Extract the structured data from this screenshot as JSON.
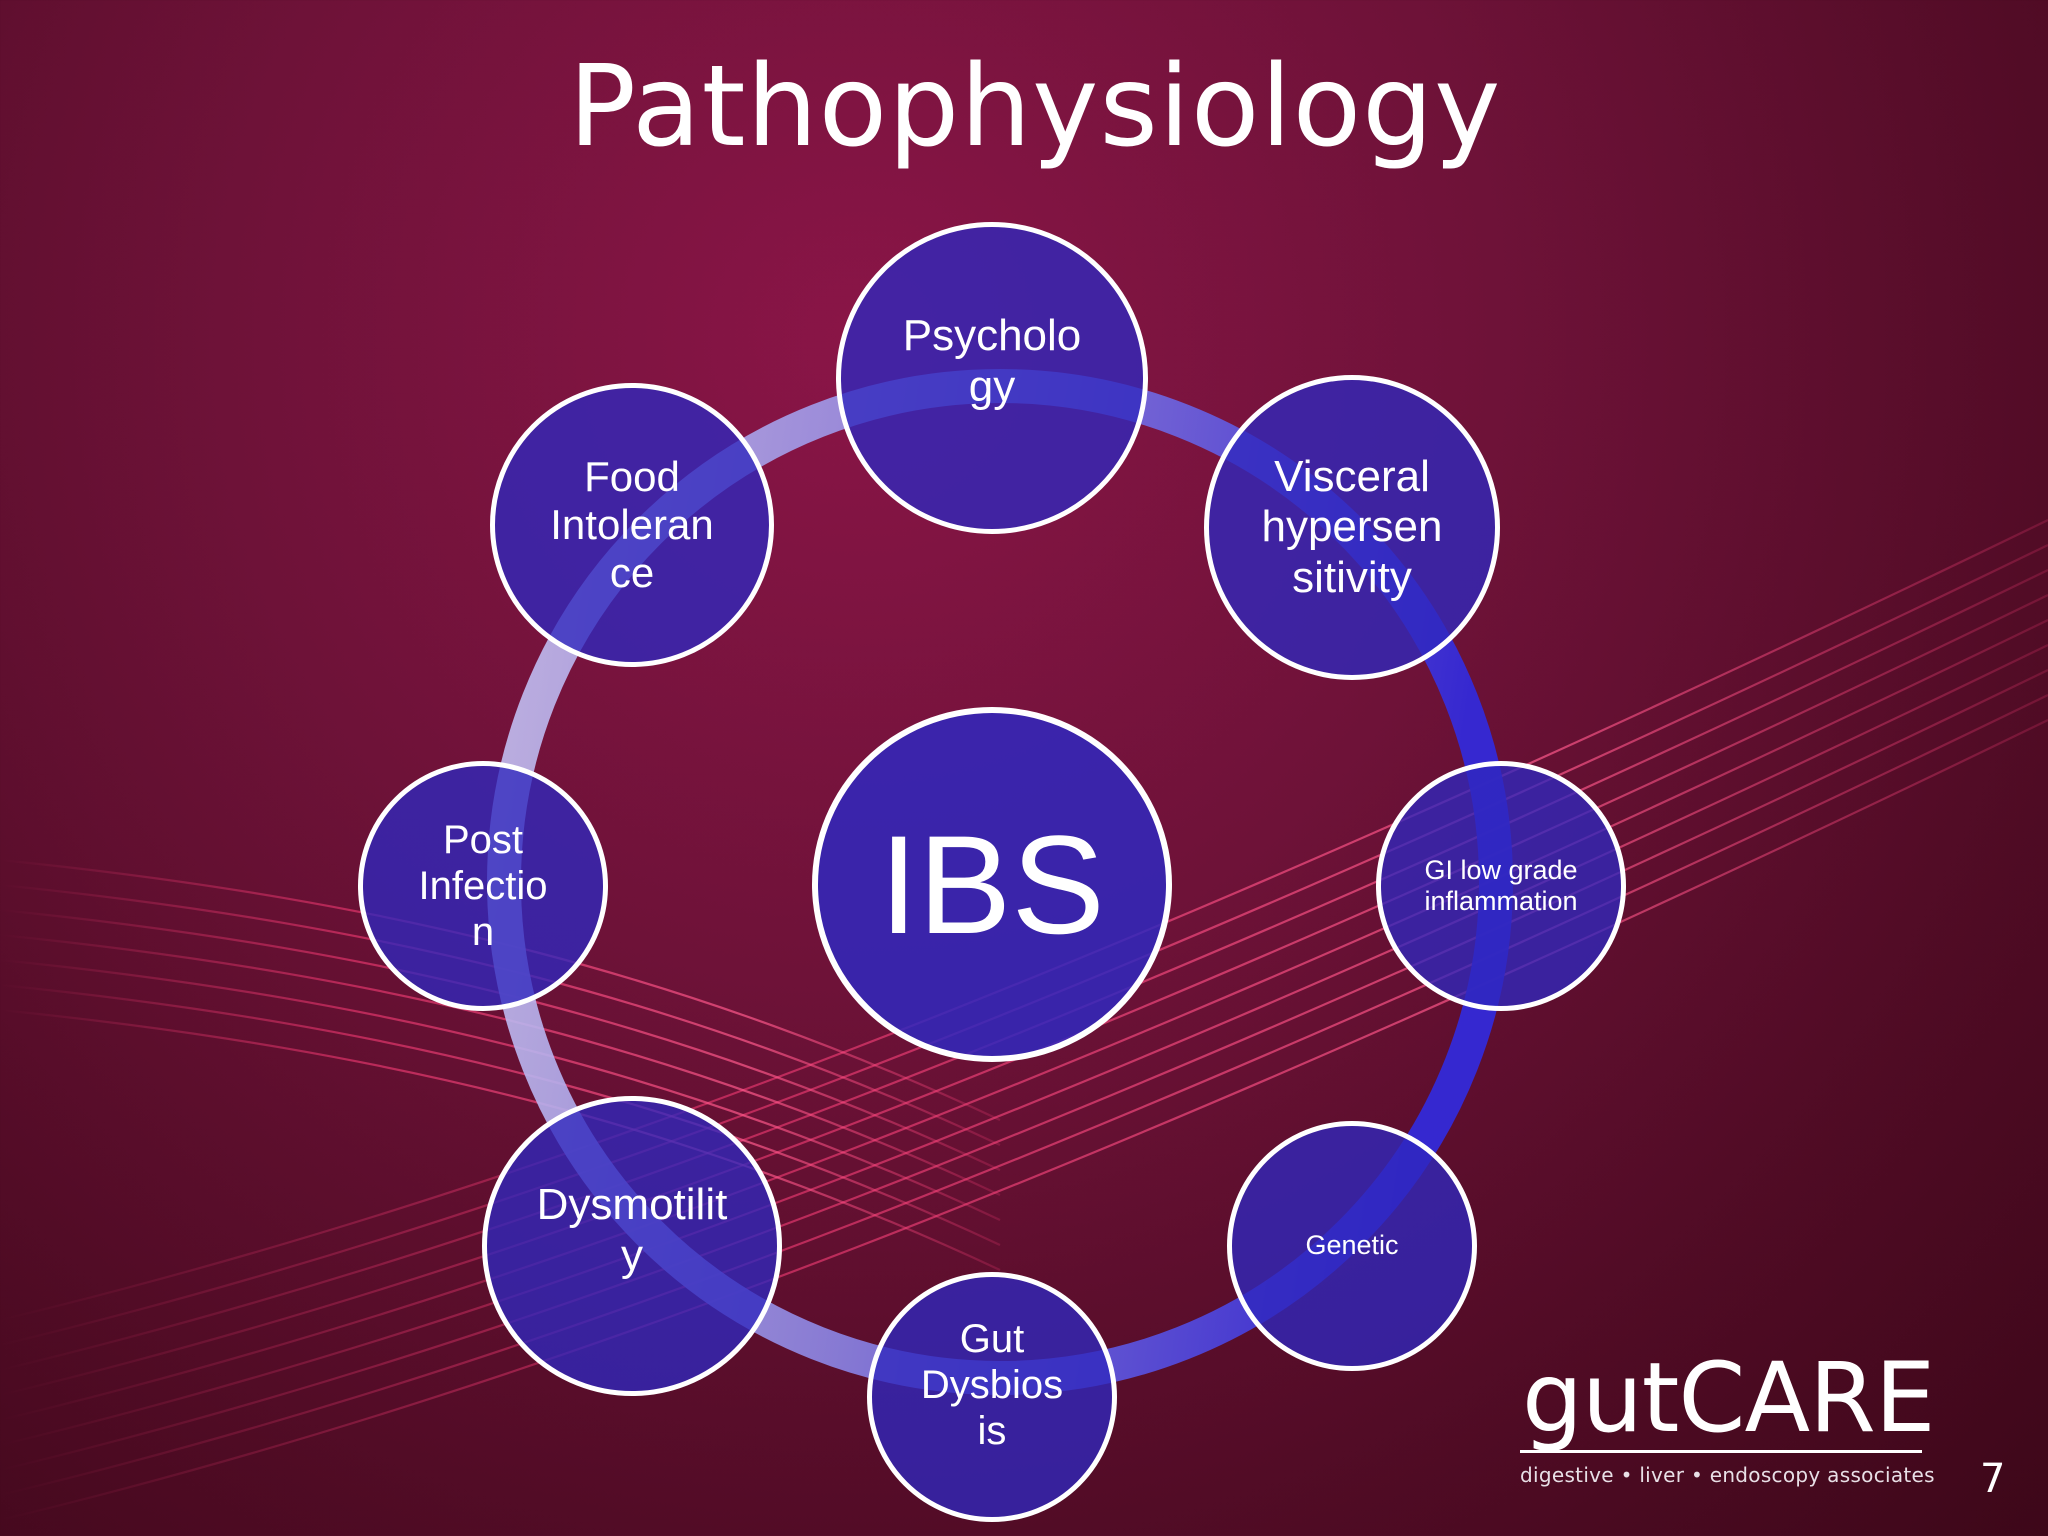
{
  "slide": {
    "title": "Pathophysiology",
    "page_number": "7"
  },
  "diagram": {
    "center": {
      "label": "IBS"
    },
    "nodes": [
      {
        "id": "psychology",
        "label": "Psycholo\ngy"
      },
      {
        "id": "visceral-hypersensitivity",
        "label": "Visceral\nhypersen\nsitivity"
      },
      {
        "id": "gi-low-grade-inflammation",
        "label": "GI low grade\ninflammation"
      },
      {
        "id": "genetic",
        "label": "Genetic"
      },
      {
        "id": "gut-dysbiosis",
        "label": "Gut\nDysbios\nis"
      },
      {
        "id": "dysmotility",
        "label": "Dysmotilit\ny"
      },
      {
        "id": "post-infection",
        "label": "Post\nInfectio\nn"
      },
      {
        "id": "food-intolerance",
        "label": "Food\nIntoleran\nce"
      }
    ]
  },
  "logo": {
    "brand": "gutCARE",
    "tagline": "digestive • liver • endoscopy associates"
  },
  "colors": {
    "background": "#6e1238",
    "node_fill": "#3028be",
    "node_border": "#ffffff",
    "ring_light": "#b7b3f0",
    "ring_dark": "#3a33d6"
  }
}
